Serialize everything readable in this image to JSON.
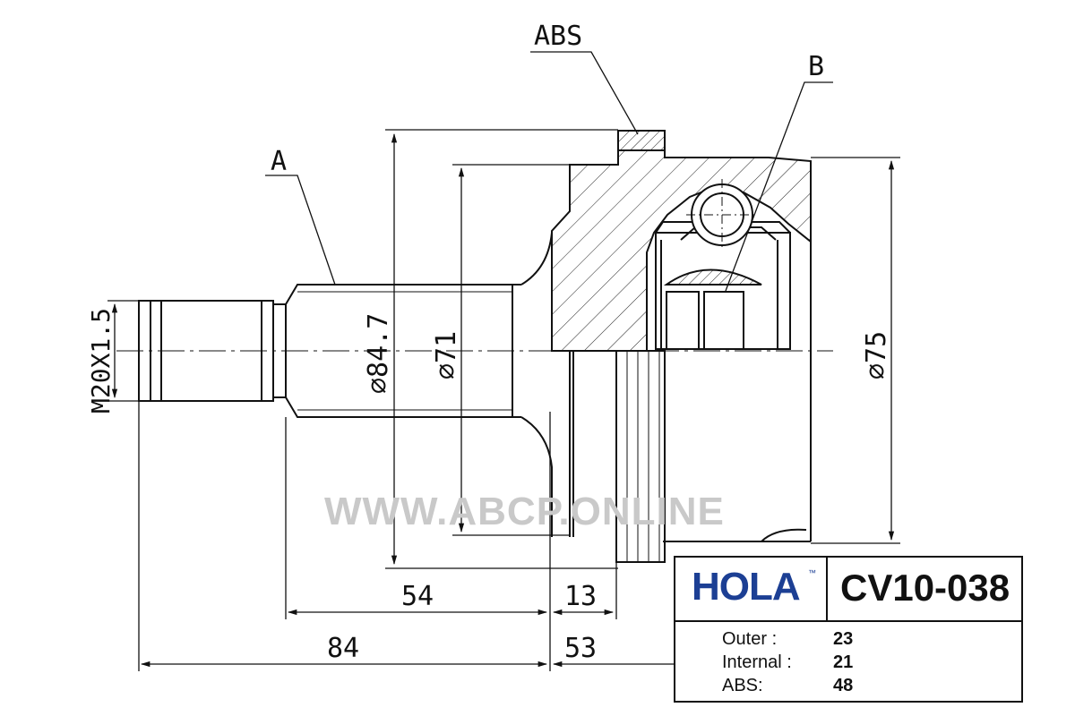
{
  "labels": {
    "abs": "ABS",
    "b": "B",
    "a": "A"
  },
  "dimensions": {
    "thread": "M20X1.5",
    "dia_84_7": "⌀84.7",
    "dia_71": "⌀71",
    "dia_75": "⌀75",
    "len_54": "54",
    "len_13": "13",
    "len_84": "84",
    "len_53": "53"
  },
  "watermark": "WWW.ABCP.ONLINE",
  "info": {
    "brand": "HOLA",
    "trademark": "™",
    "part_number": "CV10-038",
    "specs": [
      {
        "label": "Outer :",
        "value": "23"
      },
      {
        "label": "Internal :",
        "value": "21"
      },
      {
        "label": "ABS:",
        "value": "48"
      }
    ]
  },
  "colors": {
    "brand": "#1c3f94",
    "line": "#111111",
    "watermark": "#c9c9c9"
  }
}
